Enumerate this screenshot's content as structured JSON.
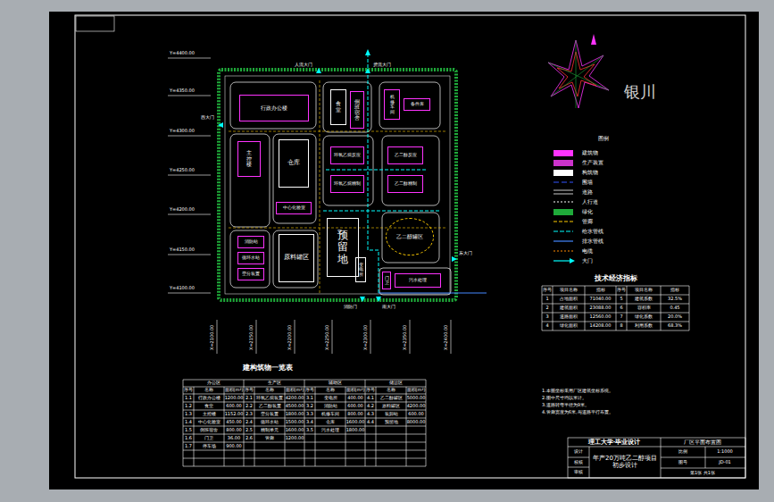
{
  "diagram": {
    "nodes": [
      {
        "text": [
          "行政办公楼"
        ]
      },
      {
        "text": [
          "食堂"
        ]
      },
      {
        "text": [
          "倒班宿舍"
        ]
      },
      {
        "text": [
          "机修车间"
        ]
      },
      {
        "text": [
          "备件库"
        ]
      },
      {
        "text": [
          "主控楼"
        ]
      },
      {
        "text": [
          "仓库"
        ]
      },
      {
        "text": [
          "中心化验室"
        ]
      },
      {
        "text": [
          "环氧乙烷反应"
        ]
      },
      {
        "text": [
          "环氧乙烷精制"
        ]
      },
      {
        "text": [
          "乙二醇反应"
        ]
      },
      {
        "text": [
          "乙二醇精制"
        ]
      },
      {
        "text": [
          "预留地"
        ]
      },
      {
        "text": [
          "乙二醇罐区"
        ]
      },
      {
        "text": [
          "消防站"
        ]
      },
      {
        "text": [
          "循环水站"
        ]
      },
      {
        "text": [
          "空分装置"
        ]
      },
      {
        "text": [
          "原料罐区"
        ]
      },
      {
        "text": [
          "变电所"
        ]
      },
      {
        "text": [
          "门卫"
        ]
      },
      {
        "text": [
          "污水处理"
        ]
      }
    ],
    "labels": [
      "Y=4400.00",
      "Y=4350.00",
      "Y=4300.00",
      "Y=4250.00",
      "Y=4200.00",
      "Y=4150.00",
      "Y=4100.00",
      "X=2100.00",
      "X=2150.00",
      "X=2200.00",
      "X=2250.00",
      "X=2300.00",
      "X=2350.00",
      "X=2400.00",
      "人流大门",
      "货流大门",
      "西大门",
      "东大门",
      "消防门",
      "南大门",
      "银川",
      "图例",
      "技术经济指标",
      "序号",
      "项目名称",
      "指标",
      "序号",
      "项目名称",
      "指标",
      "1",
      "占地面积",
      "71040.00",
      "5",
      "建筑系数",
      "32.5%",
      "2",
      "建筑面积",
      "23088.00",
      "6",
      "容积率",
      "0.45",
      "3",
      "道路面积",
      "12560.00",
      "7",
      "绿化系数",
      "20.0%",
      "4",
      "绿化面积",
      "14208.00",
      "8",
      "利用系数",
      "68.3%",
      "1.本图坐标采用厂区建筑坐标系统。",
      "2.图中尺寸均以米计。",
      "3.道路转弯半径为9米。",
      "4.管廊宽度为6米,与道路平行布置。",
      "理工大学·毕业设计",
      "厂区平面布置图",
      "年产20万吨乙二醇项目初步设计",
      "设计",
      "校核",
      "审核",
      "比例",
      "1:1000",
      "图号",
      "JD-01",
      "第1张 共1张",
      "建构筑物一览表",
      "办公区",
      "生产区",
      "辅助区",
      "储运区",
      "序号",
      "名称",
      "面积(m²)",
      "序号",
      "名称",
      "面积(m²)",
      "序号",
      "名称",
      "面积(m²)",
      "序号",
      "名称",
      "面积(m²)",
      "1.1",
      "行政办公楼",
      "1200.00",
      "2.1",
      "环氧乙烷装置",
      "4200.00",
      "3.1",
      "变电所",
      "400.00",
      "4.1",
      "乙二醇罐区",
      "5000.00",
      "1.2",
      "食堂",
      "600.00",
      "2.2",
      "乙二醇装置",
      "4500.00",
      "3.2",
      "消防站",
      "600.00",
      "4.2",
      "原料罐区",
      "4200.00",
      "1.3",
      "主控楼",
      "1152.00",
      "2.3",
      "空分装置",
      "1800.00",
      "3.3",
      "机修车间",
      "800.00",
      "4.3",
      "装卸站",
      "600.00",
      "1.4",
      "中心化验室",
      "450.00",
      "2.4",
      "循环水站",
      "1500.00",
      "3.4",
      "仓库",
      "1600.00",
      "4.4",
      "预留地",
      "8000.00",
      "1.5",
      "倒班宿舍",
      "800.00",
      "2.5",
      "精制单元",
      "1600.00",
      "3.5",
      "污水处理",
      "1800.00",
      "1.6",
      "门卫",
      "36.00",
      "2.6",
      "管廊",
      "1200.00",
      "1.7",
      "停车场",
      "900.00"
    ],
    "legend": [
      {
        "text": "建筑物",
        "color": "#ff33ff"
      },
      {
        "text": "生产装置",
        "color": "#cc33cc"
      },
      {
        "text": "构筑物",
        "color": "#ffffff"
      },
      {
        "text": "围墙"
      },
      {
        "text": "道路"
      },
      {
        "text": "人行道"
      },
      {
        "text": "绿化",
        "color": "#1faa3a"
      },
      {
        "text": "管廊"
      },
      {
        "text": "给水管线"
      },
      {
        "text": "排水管线"
      },
      {
        "text": "电缆"
      },
      {
        "text": "大门"
      }
    ]
  }
}
